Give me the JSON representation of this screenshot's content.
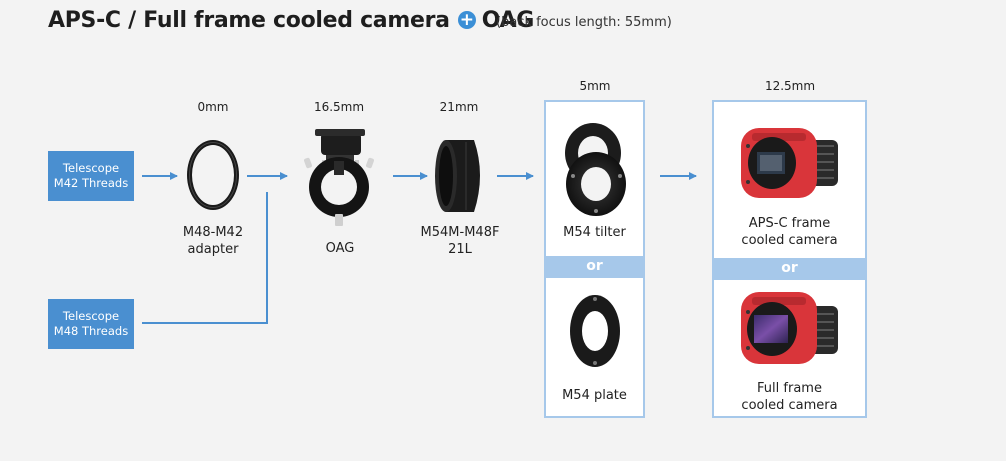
{
  "header": {
    "title_left": "APS-C / Full frame cooled camera",
    "title_right": "OAG",
    "subtitle": "(back focus length: 55mm)"
  },
  "sources": [
    {
      "line1": "Telescope",
      "line2": "M42 Threads"
    },
    {
      "line1": "Telescope",
      "line2": "M48 Threads"
    }
  ],
  "components": {
    "adapter": {
      "length": "0mm",
      "line1": "M48-M42",
      "line2": "adapter"
    },
    "oag": {
      "length": "16.5mm",
      "line1": "OAG"
    },
    "extender": {
      "length": "21mm",
      "line1": "M54M-M48F",
      "line2": "21L"
    },
    "tilter_group": {
      "length": "5mm",
      "option1": "M54 tilter",
      "or": "or",
      "option2": "M54 plate"
    },
    "camera_group": {
      "length": "12.5mm",
      "option1_line1": "APS-C frame",
      "option1_line2": "cooled camera",
      "or": "or",
      "option2_line1": "Full frame",
      "option2_line2": "cooled camera"
    }
  },
  "colors": {
    "source_box": "#4a8fd0",
    "arrow": "#4a8fd0",
    "option_border": "#a6c8ea",
    "camera_red": "#d9353a",
    "plus_icon": "#3b8fd6"
  }
}
